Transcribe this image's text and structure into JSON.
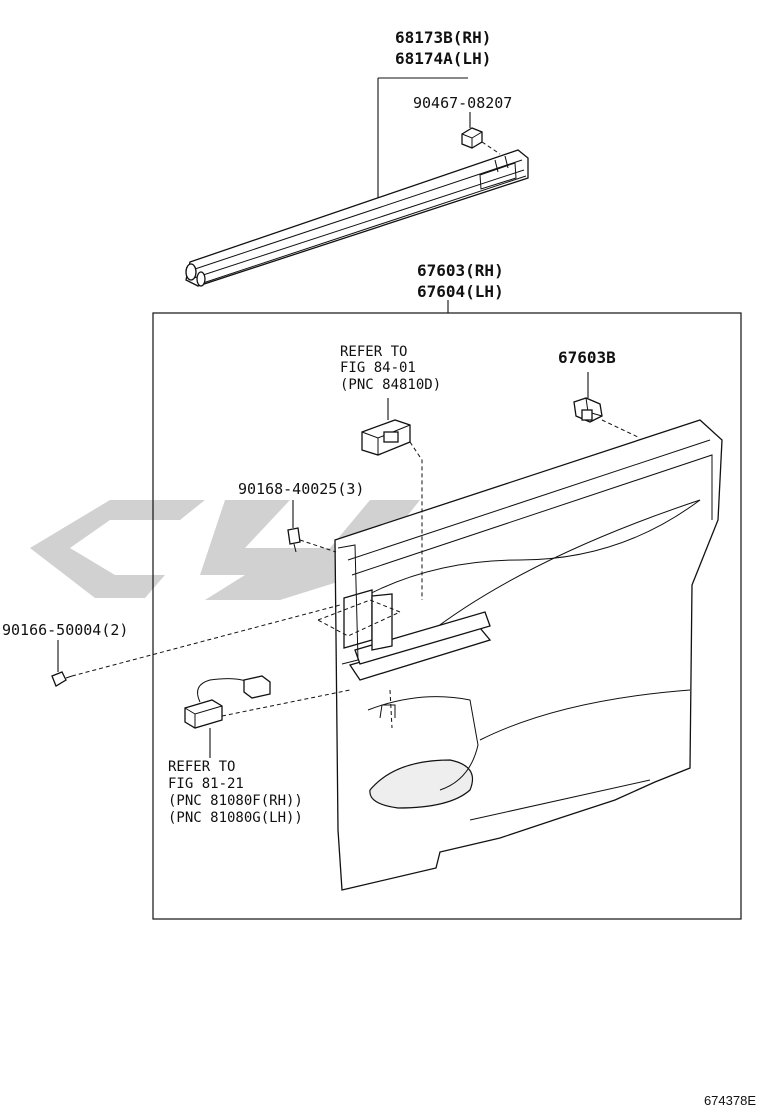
{
  "parts": {
    "belt_moulding_rh": "68173B(RH)",
    "belt_moulding_lh": "68174A(LH)",
    "clip_top": "90467-08207",
    "trim_panel_rh": "67603(RH)",
    "trim_panel_lh": "67604(LH)",
    "clip_b": "67603B",
    "screw_a": "90168-40025(3)",
    "screw_b": "90166-50004(2)"
  },
  "references": {
    "switch": [
      "REFER TO",
      "FIG 84-01",
      "(PNC 84810D)"
    ],
    "harness": [
      "REFER TO",
      "FIG 81-21",
      "(PNC 81080F(RH))",
      "(PNC 81080G(LH))"
    ]
  },
  "footer": {
    "illustration_id": "674378E"
  },
  "colors": {
    "line": "#111111",
    "watermark": "#b9b9b9",
    "background": "#ffffff"
  }
}
